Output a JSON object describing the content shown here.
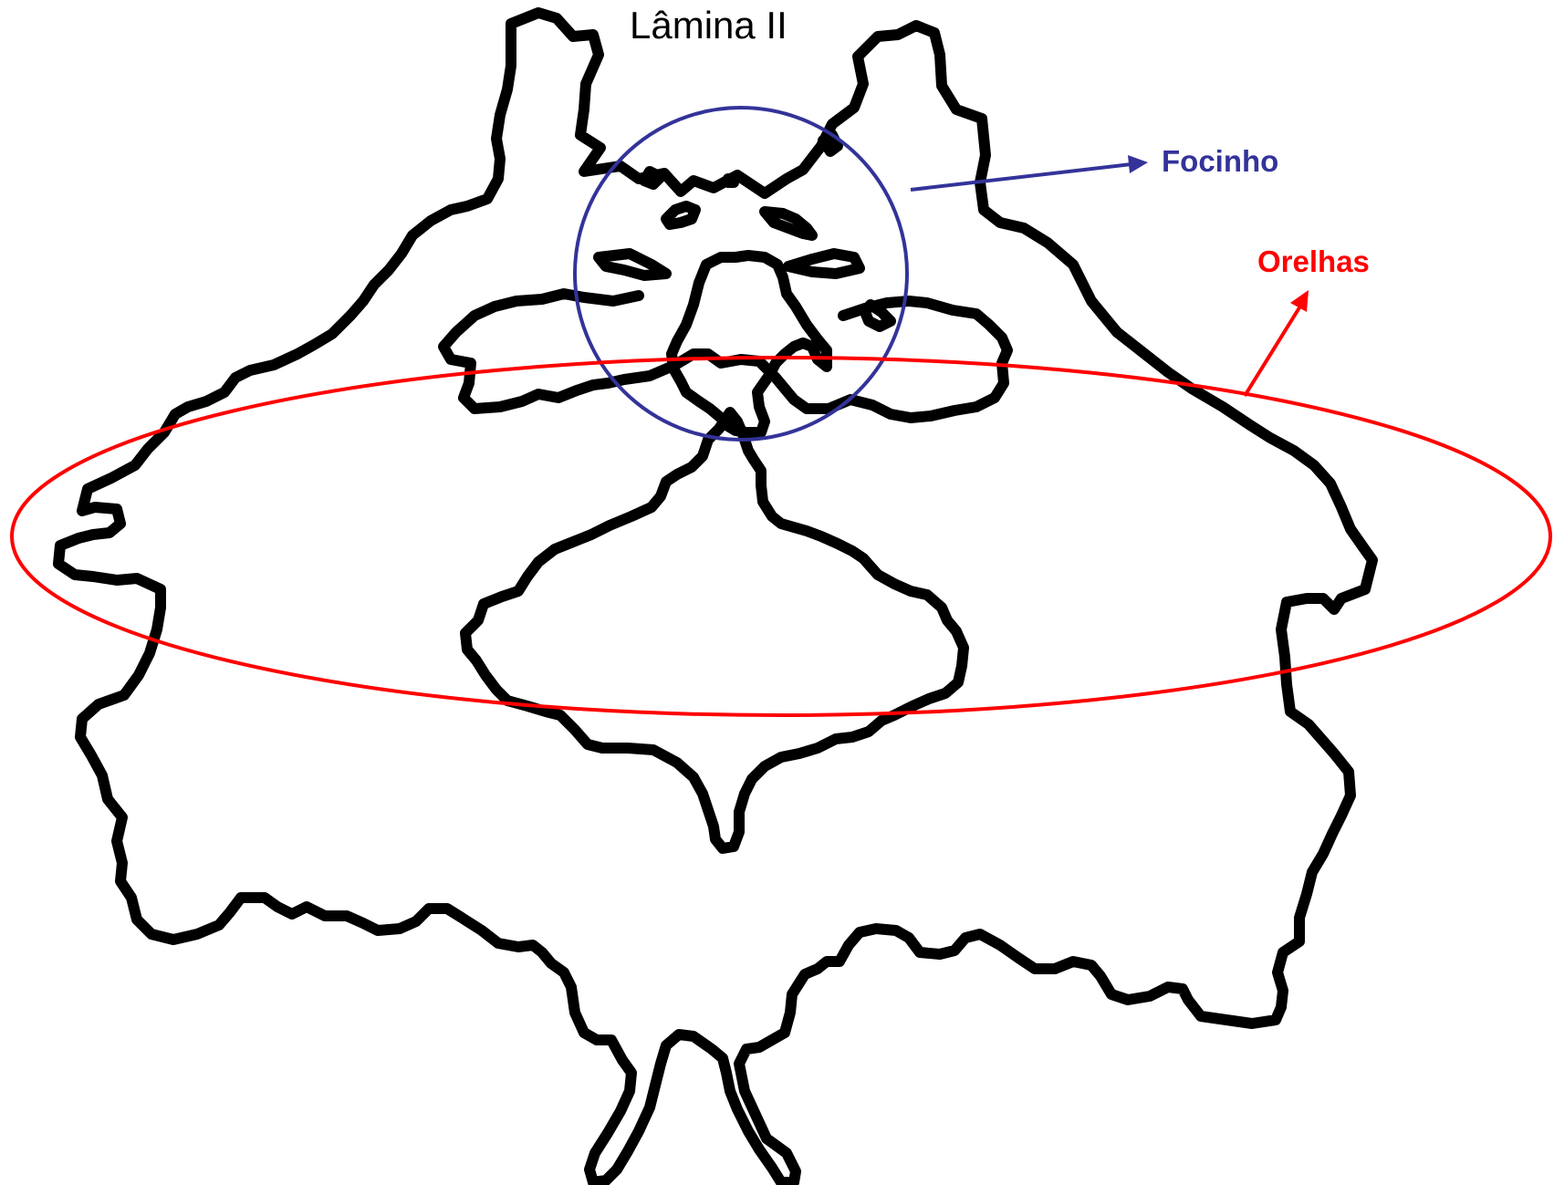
{
  "title": "Lâmina II",
  "annotations": {
    "focinho": {
      "label": "Focinho",
      "color": "#333399"
    },
    "orelhas": {
      "label": "Orelhas",
      "color": "#ff0000"
    }
  },
  "figure": {
    "outline_color": "#000000",
    "background": "#ffffff"
  }
}
